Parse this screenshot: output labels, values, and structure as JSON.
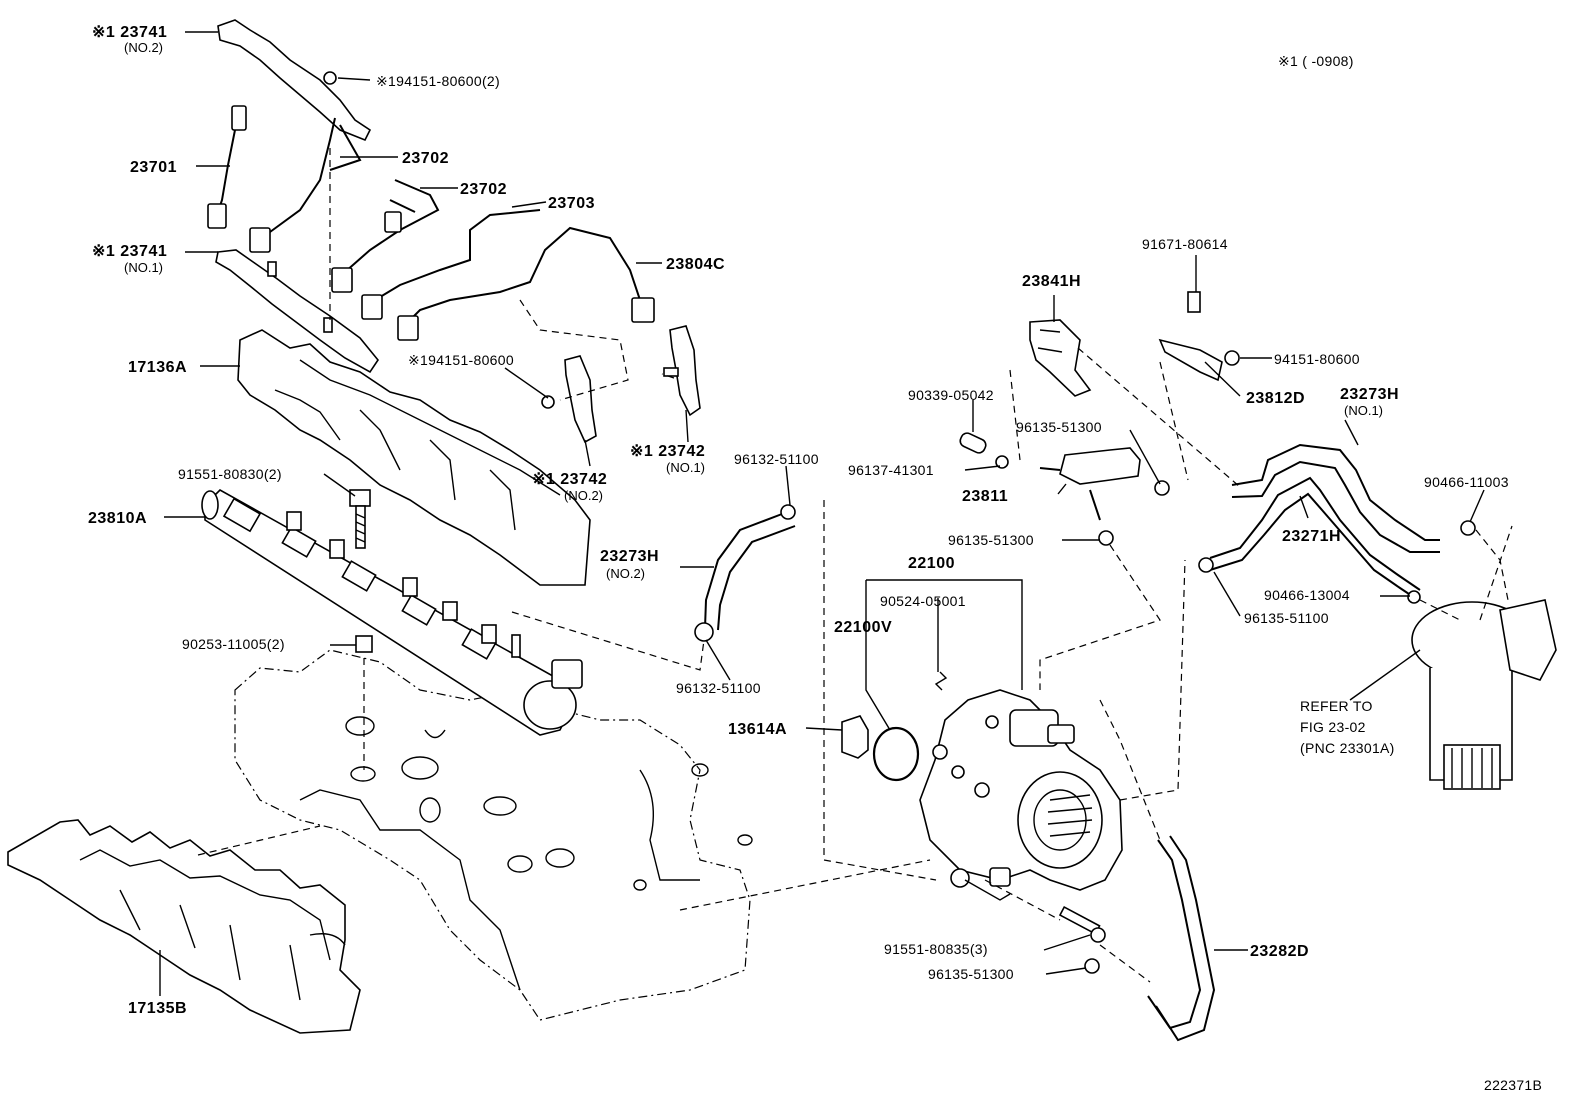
{
  "header": {
    "applicability_note": "※1 (    -0908)"
  },
  "footer": {
    "figure_id": "222371B"
  },
  "labels": {
    "p23741_no2": "※1 23741",
    "p23741_no2_sub": "(NO.2)",
    "p94151_2": "※194151-80600(2)",
    "p23701": "23701",
    "p23702_a": "23702",
    "p23702_b": "23702",
    "p23703": "23703",
    "p23804c": "23804C",
    "p23741_no1": "※1 23741",
    "p23741_no1_sub": "(NO.1)",
    "p17136a": "17136A",
    "p94151_mid": "※194151-80600",
    "p23742_no1": "※1 23742",
    "p23742_no1_sub": "(NO.1)",
    "p23742_no2": "※1 23742",
    "p23742_no2_sub": "(NO.2)",
    "p91551_80830": "91551-80830(2)",
    "p23810a": "23810A",
    "p96132_top": "96132-51100",
    "p23273h_no2": "23273H",
    "p23273h_no2_sub": "(NO.2)",
    "p90253": "90253-11005(2)",
    "p96132_bot": "96132-51100",
    "p22100": "22100",
    "p22100v": "22100V",
    "p90524": "90524-05001",
    "p13614a": "13614A",
    "p17135b": "17135B",
    "p91551_80835": "91551-80835(3)",
    "p96135_bot": "96135-51300",
    "p23282d": "23282D",
    "p23841h": "23841H",
    "p91671": "91671-80614",
    "p94151_right": "94151-80600",
    "p23812d": "23812D",
    "p23273h_no1": "23273H",
    "p23273h_no1_sub": "(NO.1)",
    "p90339": "90339-05042",
    "p96135_a": "96135-51300",
    "p96137": "96137-41301",
    "p23811": "23811",
    "p96135_b": "96135-51300",
    "p23271h": "23271H",
    "p90466_11003": "90466-11003",
    "p90466_13004": "90466-13004",
    "p96135_51100": "96135-51100",
    "refer_line1": "REFER TO",
    "refer_line2": "FIG 23-02",
    "refer_line3": "(PNC 23301A)"
  }
}
